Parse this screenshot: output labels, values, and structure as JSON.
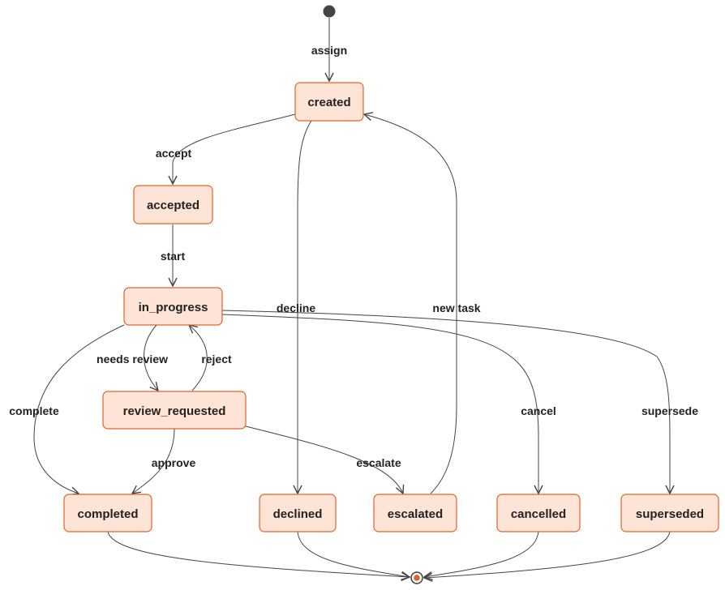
{
  "colors": {
    "state_fill": "#fde4d7",
    "state_stroke": "#e0632a",
    "edge": "#444444",
    "start": "#444444",
    "end_fill": "#e0632a"
  },
  "states": {
    "created": "created",
    "accepted": "accepted",
    "in_progress": "in_progress",
    "review_requested": "review_requested",
    "completed": "completed",
    "declined": "declined",
    "escalated": "escalated",
    "cancelled": "cancelled",
    "superseded": "superseded"
  },
  "transitions": {
    "assign": "assign",
    "accept": "accept",
    "start": "start",
    "decline": "decline",
    "new_task": "new task",
    "needs_review": "needs review",
    "reject": "reject",
    "complete": "complete",
    "approve": "approve",
    "escalate": "escalate",
    "cancel": "cancel",
    "supersede": "supersede"
  }
}
